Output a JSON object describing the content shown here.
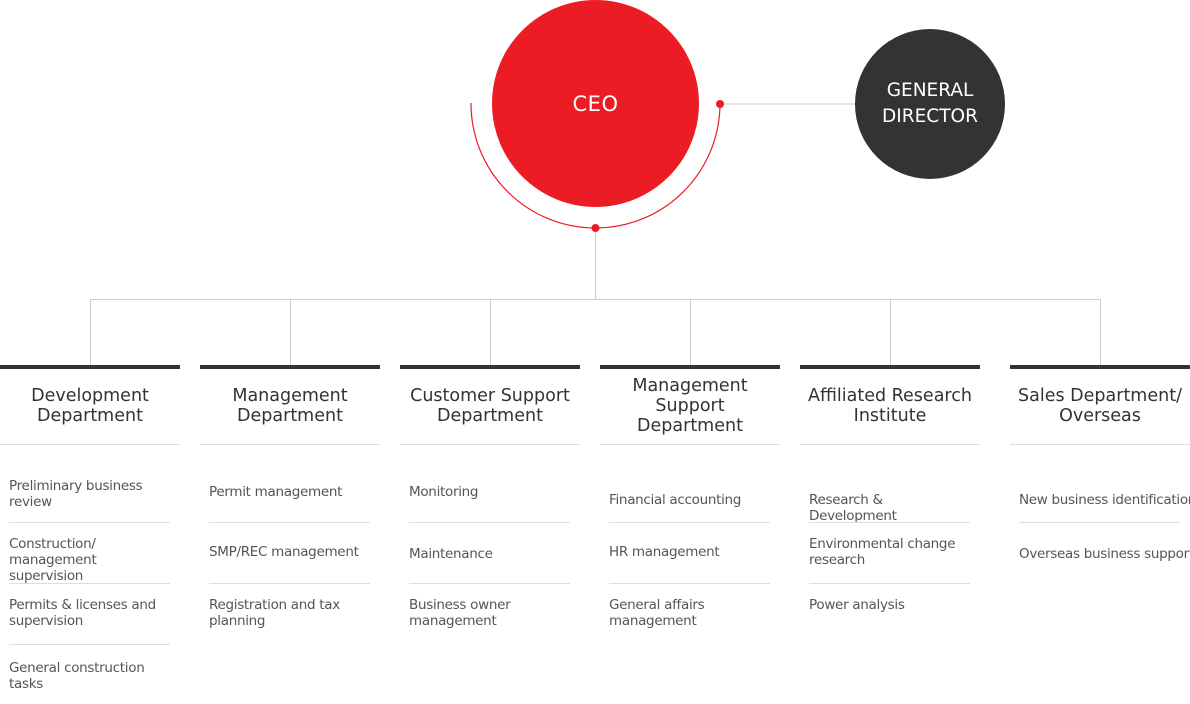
{
  "ceo": {
    "label": "CEO"
  },
  "general_director": {
    "label": "GENERAL DIRECTOR"
  },
  "colors": {
    "ceo_red": "#ec1c24",
    "director_dark": "#333333",
    "connector_gray": "#cccccc",
    "task_text": "#555555"
  },
  "departments": [
    {
      "name": "Development Department",
      "tasks": [
        "Preliminary business review",
        "Construction/ management supervision",
        "Permits & licenses and supervision",
        "General construction tasks"
      ]
    },
    {
      "name": "Management Department",
      "tasks": [
        "Permit management",
        "SMP/REC management",
        "Registration and tax planning"
      ]
    },
    {
      "name": "Customer Support Department",
      "tasks": [
        "Monitoring",
        "Maintenance",
        "Business owner management"
      ]
    },
    {
      "name": "Management Support Department",
      "tasks": [
        "Financial accounting",
        "HR management",
        "General affairs management"
      ]
    },
    {
      "name": "Affiliated Research Institute",
      "tasks": [
        "Research & Development",
        "Environmental change research",
        "Power analysis"
      ]
    },
    {
      "name": "Sales Department/ Overseas",
      "tasks": [
        "New business identification",
        "Overseas business support"
      ]
    }
  ]
}
